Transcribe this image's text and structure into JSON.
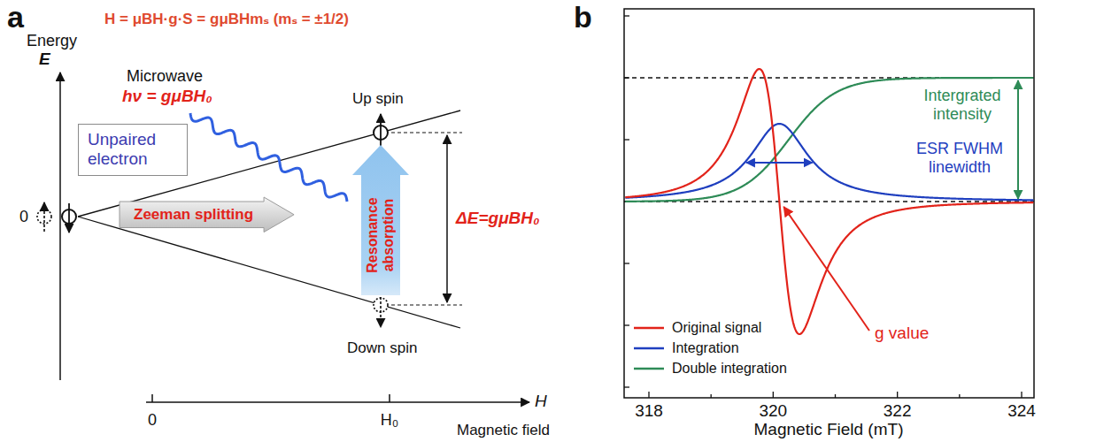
{
  "diagram": {
    "nodes": [
      {
        "text": [
          "Unpaired electron"
        ]
      },
      {
        "text": [
          "Zeeman splitting"
        ]
      },
      {
        "text": [
          "Resonance absorption"
        ]
      }
    ],
    "labels": [
      "a",
      "H = μBH·g·S = gμBHmₛ (mₛ = ±1/2)",
      "Energy",
      "E",
      "Microwave",
      "hν = gμBH₀",
      "Up spin",
      "ΔE=gμBH₀",
      "0",
      "Down spin",
      "0",
      "H₀",
      "H",
      "Magnetic field",
      "b",
      "318",
      "320",
      "322",
      "324",
      "Magnetic Field (mT)",
      "Intergrated intensity",
      "ESR FWHM linewidth",
      "g value"
    ],
    "legend": [
      {
        "text": "Original signal"
      },
      {
        "text": "Integration"
      },
      {
        "text": "Double integration"
      }
    ]
  }
}
